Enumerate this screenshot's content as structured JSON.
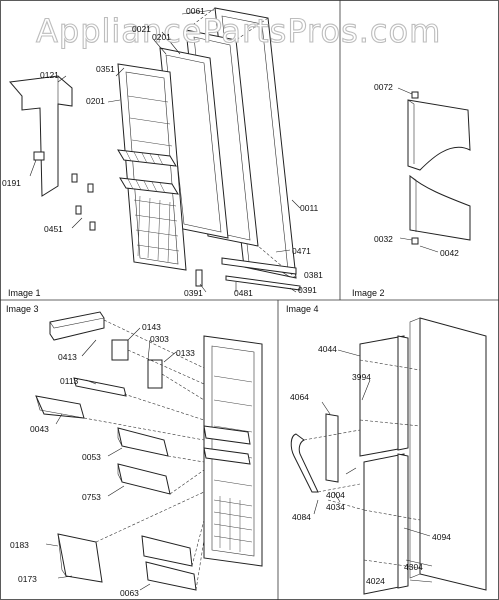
{
  "watermark": "AppliancePartsPros.com",
  "panels": {
    "image1": "Image 1",
    "image2": "Image 2",
    "image3": "Image 3",
    "image4": "Image 4"
  },
  "labels": {
    "l0061": "0061",
    "l0021": "0021",
    "l0201a": "0201",
    "l0351": "0351",
    "l0121": "0121",
    "l0201b": "0201",
    "l0191": "0191",
    "l0451": "0451",
    "l0011": "0011",
    "l0471": "0471",
    "l0381": "0381",
    "l0391a": "0391",
    "l0481": "0481",
    "l0391b": "0391",
    "l0072": "0072",
    "l0032": "0032",
    "l0042": "0042",
    "l0413": "0413",
    "l0143": "0143",
    "l0303": "0303",
    "l0133": "0133",
    "l0113": "0113",
    "l0043": "0043",
    "l0053": "0053",
    "l0753": "0753",
    "l0183": "0183",
    "l0173": "0173",
    "l0063": "0063",
    "l4044": "4044",
    "l3994": "3994",
    "l4064": "4064",
    "l4004": "4004",
    "l4034": "4034",
    "l4084": "4084",
    "l4094": "4094",
    "l4304": "4304",
    "l4024": "4024"
  }
}
